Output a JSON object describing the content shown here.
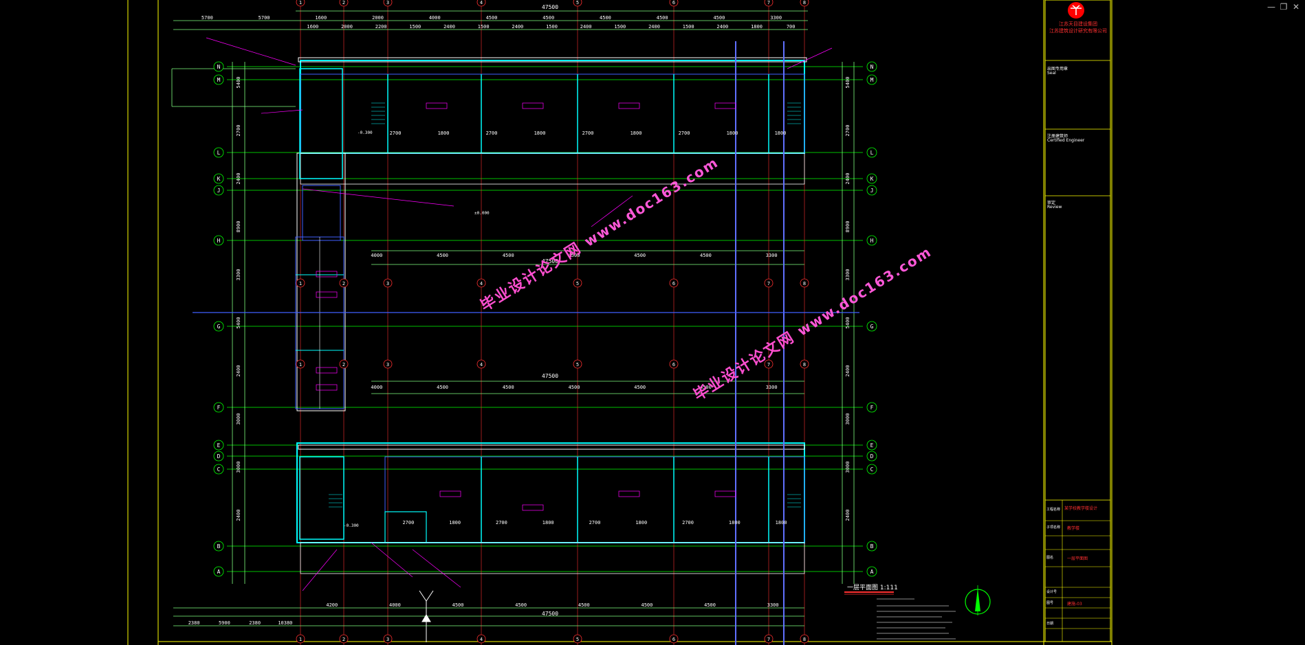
{
  "window": {
    "minimize_label": "—",
    "restore_label": "❐",
    "close_label": "✕"
  },
  "drawing": {
    "plan_title": "一层平面图",
    "plan_scale": "1:111",
    "overall_dimension": "47500",
    "axis_numbers": [
      "1",
      "2",
      "3",
      "4",
      "5",
      "6",
      "7",
      "8"
    ],
    "axis_letters_left": [
      "N",
      "M",
      "L",
      "K",
      "J",
      "H",
      "G",
      "F",
      "E",
      "D",
      "C",
      "B",
      "A"
    ],
    "top_dims_row1": [
      "5700",
      "5700",
      "1600",
      "2000",
      "4000",
      "4500",
      "4500",
      "4500",
      "4500",
      "4500",
      "3300"
    ],
    "top_dims_row2": [
      "1600",
      "2000",
      "2200",
      "1500",
      "2400",
      "1500",
      "2400",
      "1500",
      "2400",
      "1500",
      "2400",
      "1500",
      "2400",
      "1800",
      "700"
    ],
    "mid_dims_row": [
      "4000",
      "4500",
      "4500",
      "4500",
      "4500",
      "4500",
      "3300"
    ],
    "bottom_dims_row1": [
      "4200",
      "4000",
      "4500",
      "4500",
      "4500",
      "4500",
      "4500",
      "3300"
    ],
    "bottom_dims_row2": [
      "2380",
      "5900",
      "2380",
      "10380"
    ],
    "room_dims": [
      "2700",
      "1800",
      "2700",
      "1800",
      "2700",
      "1800",
      "2700",
      "1800",
      "1800"
    ],
    "elev_marks": [
      "-0.300",
      "±0.000",
      "-0.300"
    ],
    "left_dims": [
      "5400",
      "2700",
      "2400",
      "8900",
      "3300",
      "5400",
      "2400",
      "3000",
      "3000",
      "2400"
    ]
  },
  "watermark": {
    "line1": "毕业设计论文网",
    "line2": "www.doc163.com"
  },
  "title_block": {
    "company_cn": "江苏天目建设集团",
    "company_sub": "江苏建筑设计研究有限公司",
    "seal_label": "出图专用章",
    "seal_en": "Seal",
    "engineer_label": "注册建筑师",
    "engineer_en": "Certified Engineer",
    "review_label": "审定",
    "review_en": "Review",
    "project_label": "工程名称",
    "project_value": "某学校教学楼设计",
    "item_label": "子项名称",
    "item_value": "教学楼",
    "drawing_label": "图名",
    "drawing_value": "一层平面图",
    "design_no_label": "设计号",
    "sheet_label": "图号",
    "sheet_value": "建施-03",
    "date_label": "日期"
  },
  "colors": {
    "background": "#000000",
    "axis_green": "#00ff00",
    "wall_cyan": "#00ffff",
    "dim_line": "#80ff80",
    "magenta": "#ff00ff",
    "red_axis": "#ff3030",
    "yellow_frame": "#ffff00",
    "blue_window": "#4060ff",
    "white_text": "#ffffff",
    "brand_red": "#ff0000"
  }
}
